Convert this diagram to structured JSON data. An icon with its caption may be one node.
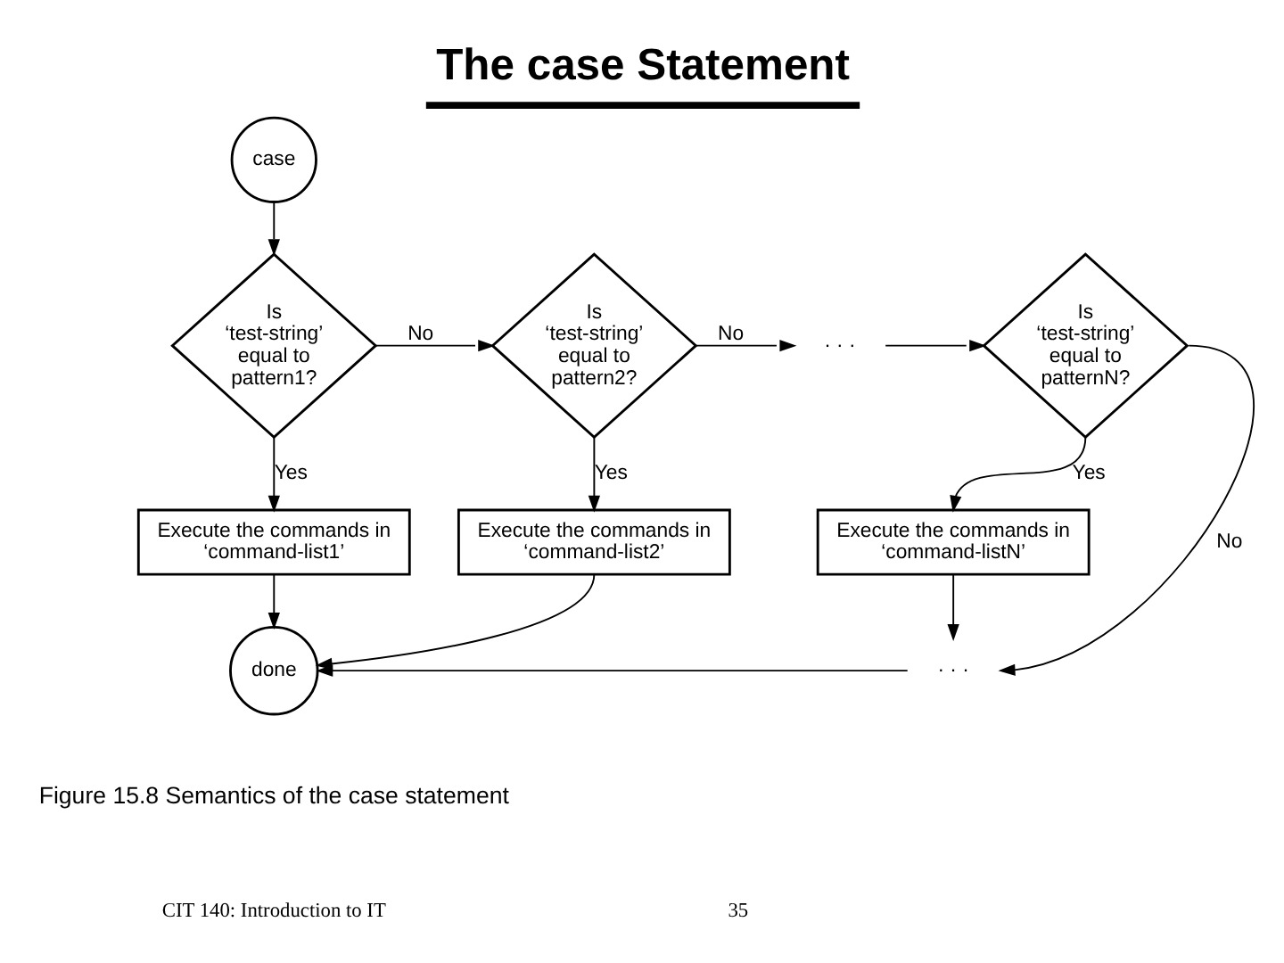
{
  "diagram": {
    "title": "The case Statement",
    "caption": "Figure 15.8 Semantics of the case statement",
    "nodes": [
      {
        "text": [
          "case"
        ]
      },
      {
        "text": [
          "Is ‘test-string’ equal to pattern1?"
        ]
      },
      {
        "text": [
          "Is ‘test-string’ equal to pattern2?"
        ]
      },
      {
        "text": [
          "· · ·"
        ]
      },
      {
        "text": [
          "Is ‘test-string’ equal to patternN?"
        ]
      },
      {
        "text": [
          "Execute the commands in ‘command-list1’"
        ]
      },
      {
        "text": [
          "Execute the commands in ‘command-list2’"
        ]
      },
      {
        "text": [
          "Execute the commands in ‘command-listN’"
        ]
      },
      {
        "text": [
          "done"
        ]
      },
      {
        "text": [
          "· · ·"
        ]
      }
    ],
    "edges": [
      {
        "from": 0,
        "to": 1,
        "arrow": "to"
      },
      {
        "from": 1,
        "to": 2,
        "arrow": "to",
        "label": "No"
      },
      {
        "from": 2,
        "to": 3,
        "arrow": "to",
        "label": "No"
      },
      {
        "from": 3,
        "to": 4,
        "arrow": "to"
      },
      {
        "from": 1,
        "to": 5,
        "arrow": "to",
        "label": "Yes"
      },
      {
        "from": 2,
        "to": 6,
        "arrow": "to",
        "label": "Yes"
      },
      {
        "from": 4,
        "to": 7,
        "arrow": "to",
        "label": "Yes"
      },
      {
        "from": 4,
        "to": 9,
        "arrow": "to",
        "label": "No"
      },
      {
        "from": 7,
        "to": 9,
        "arrow": "to"
      },
      {
        "from": 9,
        "to": 8,
        "arrow": "to"
      },
      {
        "from": 6,
        "to": 8,
        "arrow": "to"
      },
      {
        "from": 5,
        "to": 8,
        "arrow": "to"
      }
    ],
    "labels": [
      "CIT 140: Introduction to IT",
      "35"
    ]
  }
}
